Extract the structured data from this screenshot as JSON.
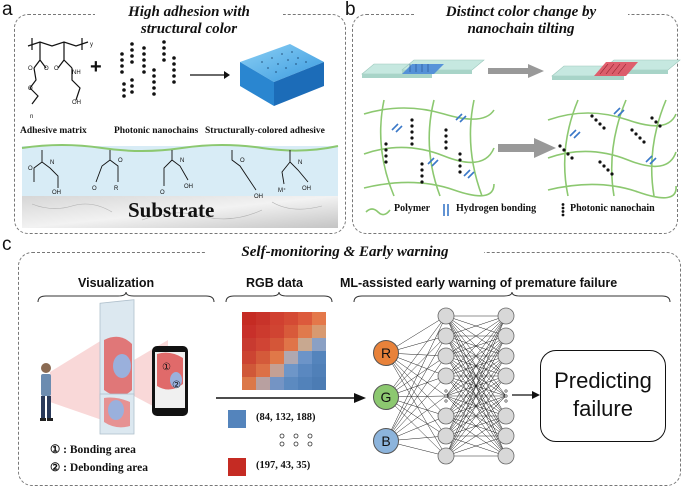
{
  "panel_a": {
    "letter": "a",
    "title_line1": "High adhesion with",
    "title_line2": "structural color",
    "label_matrix": "Adhesive matrix",
    "label_nanochains": "Photonic nanochains",
    "label_adhesive": "Structurally-colored adhesive",
    "plus": "+",
    "substrate": "Substrate"
  },
  "panel_b": {
    "letter": "b",
    "title_line1": "Distinct color change by",
    "title_line2": "nanochain tilting",
    "legend_polymer": "Polymer",
    "legend_hbond": "Hydrogen bonding",
    "legend_nanochain": "Photonic nanochain"
  },
  "panel_c": {
    "letter": "c",
    "title": "Self-monitoring & Early warning",
    "visualization": "Visualization",
    "rgb_data": "RGB data",
    "ml_title": "ML-assisted early warning of premature failure",
    "bonding": "① : Bonding area",
    "debonding": "② : Debonding area",
    "marker1": "①",
    "marker2": "②",
    "rgb_blue": "(84, 132, 188)",
    "rgb_red": "(197, 43, 35)",
    "node_r": "R",
    "node_g": "G",
    "node_b": "B",
    "predict_line1": "Predicting",
    "predict_line2": "failure"
  },
  "colors": {
    "blue_swatch": "#5484bc",
    "red_swatch": "#c52b23",
    "node_r": "#e8823a",
    "node_g": "#8cc870",
    "node_b": "#8cb4dc",
    "polymer": "#8cc870",
    "hbond": "#3a78c8"
  }
}
